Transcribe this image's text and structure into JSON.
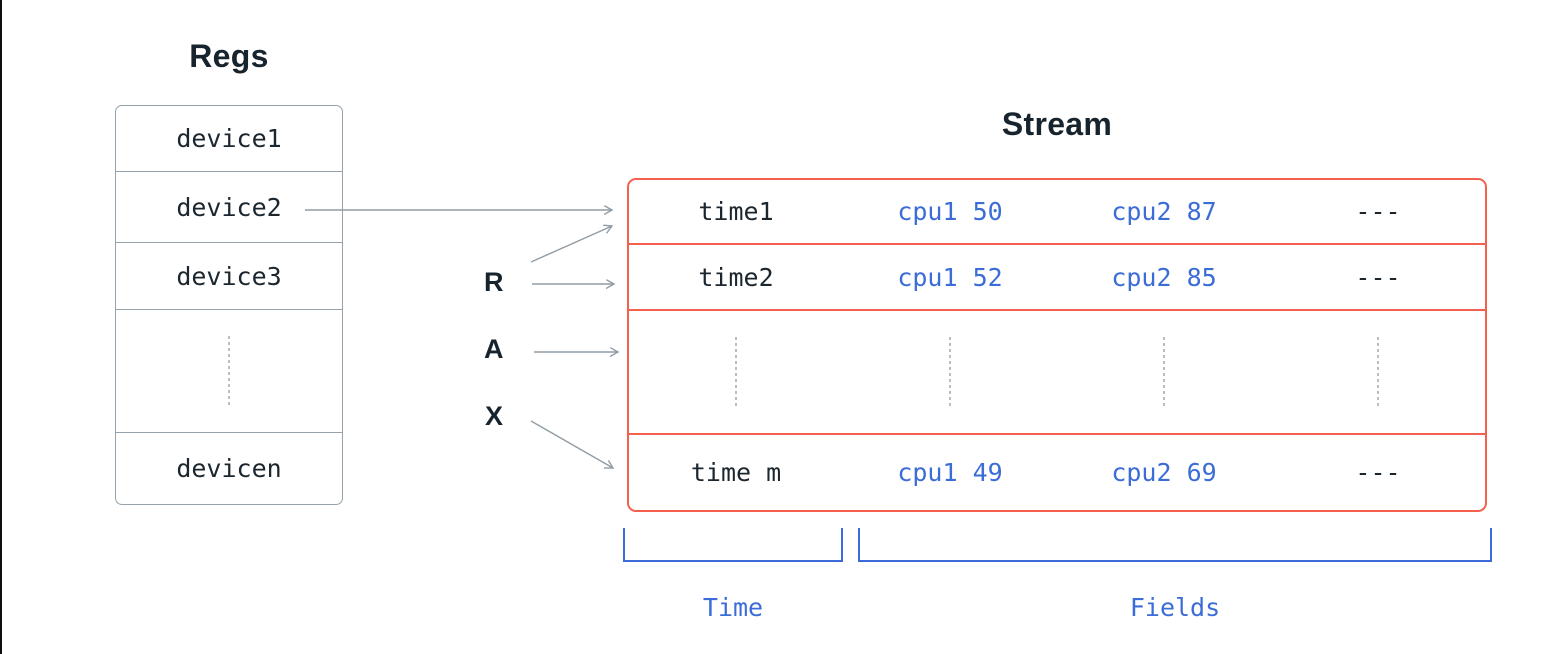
{
  "regs": {
    "title": "Regs",
    "items": [
      "device1",
      "device2",
      "device3",
      "devicen"
    ]
  },
  "pointers": {
    "r": "R",
    "a": "A",
    "x": "X"
  },
  "stream": {
    "title": "Stream",
    "row1": {
      "time": "time1",
      "f1": "cpu1 50",
      "f2": "cpu2 87",
      "f3": "---"
    },
    "row2": {
      "time": "time2",
      "f1": "cpu1 52",
      "f2": "cpu2 85",
      "f3": "---"
    },
    "row4": {
      "time": "time m",
      "f1": "cpu1 49",
      "f2": "cpu2 69",
      "f3": "---"
    }
  },
  "legend": {
    "time": "Time",
    "fields": "Fields"
  },
  "icons": {
    "ellipsis": "vertical-dotted-line",
    "arrowhead": "open-chevron-right"
  },
  "colors": {
    "stream_border_red": "#f4604d",
    "accent_blue": "#3c6cd7",
    "ink_dark": "#17242e",
    "mono_dark": "#1b262e",
    "box_border_gray": "#95a3ac",
    "arrow_gray": "#909ca5"
  }
}
